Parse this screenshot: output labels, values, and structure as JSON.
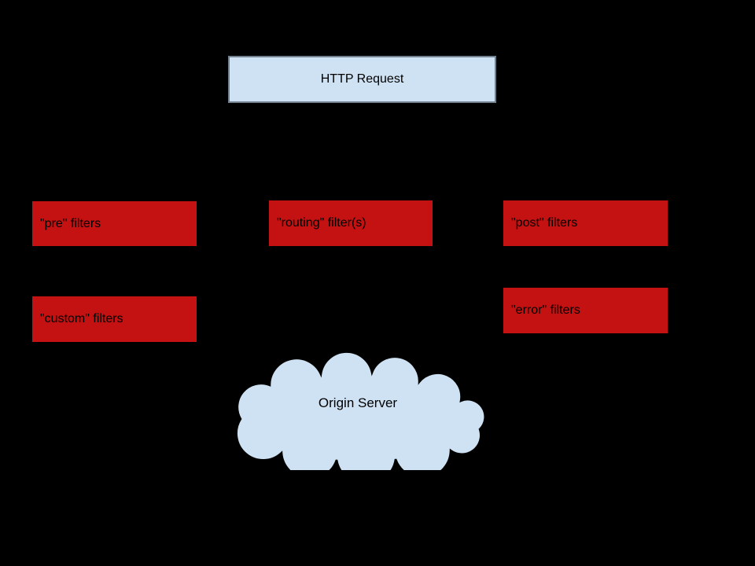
{
  "nodes": {
    "http_request": {
      "label": "HTTP Request"
    },
    "pre_filters": {
      "label": "\"pre\" filters"
    },
    "routing_filters": {
      "label": "\"routing\" filter(s)"
    },
    "post_filters": {
      "label": "\"post\" filters"
    },
    "custom_filters": {
      "label": "\"custom\" filters"
    },
    "error_filters": {
      "label": "\"error\" filters"
    },
    "origin_server": {
      "label": "Origin Server"
    }
  },
  "colors": {
    "background": "#000000",
    "request_box_fill": "#cfe2f3",
    "request_box_border": "#70808f",
    "filter_box_fill": "#c41111",
    "cloud_fill": "#cfe2f3",
    "cloud_stroke": "#000000",
    "text": "#000000"
  }
}
